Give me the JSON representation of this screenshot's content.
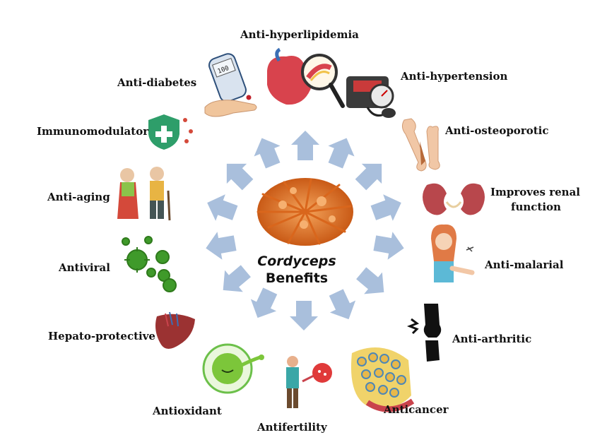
{
  "center": {
    "title_italic": "Cordyceps",
    "title": "Benefits"
  },
  "benefits": [
    {
      "key": "hyperlipidemia",
      "label": "Anti-hyperlipidemia"
    },
    {
      "key": "hypertension",
      "label": "Anti-hypertension"
    },
    {
      "key": "osteoporotic",
      "label": "Anti-osteoporotic"
    },
    {
      "key": "renal_1",
      "label": "Improves renal"
    },
    {
      "key": "renal_2",
      "label": "function"
    },
    {
      "key": "malarial",
      "label": "Anti-malarial"
    },
    {
      "key": "arthritic",
      "label": "Anti-arthritic"
    },
    {
      "key": "anticancer",
      "label": "Anticancer"
    },
    {
      "key": "antifertility",
      "label": "Antifertility"
    },
    {
      "key": "antioxidant",
      "label": "Antioxidant"
    },
    {
      "key": "hepato",
      "label": "Hepato-protective"
    },
    {
      "key": "antiviral",
      "label": "Antiviral"
    },
    {
      "key": "aging",
      "label": "Anti-aging"
    },
    {
      "key": "immuno",
      "label": "Immunomodulator"
    },
    {
      "key": "diabetes",
      "label": "Anti-diabetes"
    }
  ],
  "glucometer_display": "100",
  "colors": {
    "arrow": "#a9bfdc",
    "fungus": "#e07a2a",
    "virus": "#3f9a2a",
    "kidney": "#b8474c",
    "shield": "#2e9e6a"
  },
  "icons": [
    "glucometer-icon",
    "heart-magnifier-icon",
    "blood-pressure-monitor-icon",
    "bone-icon",
    "kidney-icon",
    "sick-girl-mosquito-icon",
    "knee-joint-icon",
    "cancer-cells-icon",
    "man-sperm-icon",
    "antioxidant-cell-icon",
    "liver-icon",
    "virus-icon",
    "elderly-couple-icon",
    "shield-icon",
    "cordyceps-fungus-icon"
  ]
}
